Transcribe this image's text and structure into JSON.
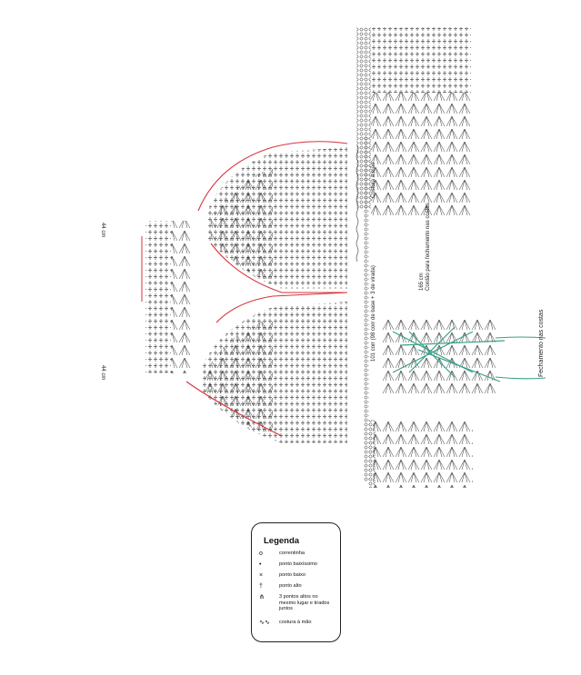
{
  "diagram": {
    "size_label": "44 cm",
    "back_cord_text": "Cordão para fechamento nas costas",
    "back_cord_length": "165 cm",
    "hand_seam_label": "Costura à mão",
    "chain_start_label": "101 corr (98 corr de base + 3 de virada)",
    "closure_label": "Fechamento nas costas",
    "colors": {
      "outline": "#d6333a",
      "lacing": "#39a08a",
      "ink": "#222222"
    }
  },
  "legend": {
    "title": "Legenda",
    "items": [
      {
        "symbol": "o",
        "icon": "chain-stitch-icon",
        "label": "correntinha"
      },
      {
        "symbol": "•",
        "icon": "slip-stitch-icon",
        "label": "ponto baixíssimo"
      },
      {
        "symbol": "×",
        "icon": "single-crochet-icon",
        "label": "ponto baixo"
      },
      {
        "symbol": "†",
        "icon": "double-crochet-icon",
        "label": "ponto alto"
      },
      {
        "symbol": "⋔",
        "icon": "cluster-icon",
        "label": "3 pontos altos no mesmo lugar e tirados juntos"
      },
      {
        "symbol": "∿∿",
        "icon": "hand-seam-icon",
        "label": "costura à mão"
      }
    ]
  }
}
